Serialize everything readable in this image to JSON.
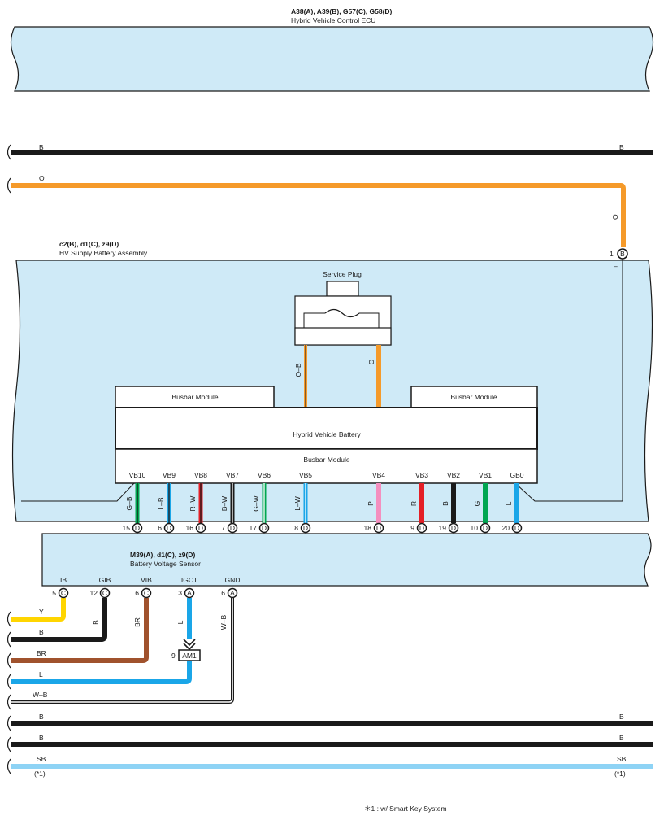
{
  "ecu": {
    "connectors": "A38(A), A39(B), G57(C), G58(D)",
    "name": "Hybrid Vehicle Control ECU"
  },
  "colors": {
    "panel": "#cfeaf7",
    "black": "#1a1a1a",
    "orange": "#f59a2a",
    "yellow": "#ffd500",
    "brown": "#a0522d",
    "blue": "#1aa6e8",
    "sky": "#8ed3f5",
    "red": "#e41f26",
    "green": "#00a651",
    "pink": "#f48fbf"
  },
  "top_bus": {
    "b_left": "B",
    "b_right": "B",
    "o_left": "O",
    "o_vertical": "O"
  },
  "battery_assembly": {
    "connectors": "c2(B), d1(C), z9(D)",
    "name": "HV Supply Battery Assembly",
    "pin_number": "1",
    "pin_letter": "B",
    "minus": "–",
    "service_plug": "Service Plug",
    "plug_wire_left": "O–B",
    "plug_wire_right": "O",
    "busbar_left": "Busbar Module",
    "busbar_right": "Busbar Module",
    "hv_battery": "Hybrid Vehicle Battery",
    "busbar_bottom": "Busbar Module"
  },
  "terminals": [
    {
      "label": "VB10",
      "pin": "15",
      "conn": "D",
      "wire": "G–B"
    },
    {
      "label": "VB9",
      "pin": "6",
      "conn": "D",
      "wire": "L–B"
    },
    {
      "label": "VB8",
      "pin": "16",
      "conn": "D",
      "wire": "R–W"
    },
    {
      "label": "VB7",
      "pin": "7",
      "conn": "D",
      "wire": "B–W"
    },
    {
      "label": "VB6",
      "pin": "17",
      "conn": "D",
      "wire": "G–W"
    },
    {
      "label": "VB5",
      "pin": "8",
      "conn": "D",
      "wire": "L–W"
    },
    {
      "label": "VB4",
      "pin": "18",
      "conn": "D",
      "wire": "P"
    },
    {
      "label": "VB3",
      "pin": "9",
      "conn": "D",
      "wire": "R"
    },
    {
      "label": "VB2",
      "pin": "19",
      "conn": "D",
      "wire": "B"
    },
    {
      "label": "VB1",
      "pin": "10",
      "conn": "D",
      "wire": "G"
    },
    {
      "label": "GB0",
      "pin": "20",
      "conn": "D",
      "wire": "L"
    }
  ],
  "sensor": {
    "connectors": "M39(A), d1(C), z9(D)",
    "name": "Battery Voltage Sensor",
    "pins": [
      {
        "label": "IB",
        "pin": "5",
        "conn": "C",
        "wire": "Y"
      },
      {
        "label": "GIB",
        "pin": "12",
        "conn": "C",
        "wire": "B"
      },
      {
        "label": "VIB",
        "pin": "6",
        "conn": "C",
        "wire": "BR"
      },
      {
        "label": "IGCT",
        "pin": "3",
        "conn": "A",
        "wire": "L"
      },
      {
        "label": "GND",
        "pin": "6",
        "conn": "A",
        "wire": "W–B"
      }
    ]
  },
  "relay": {
    "pin": "9",
    "name": "AM1"
  },
  "left_wires": {
    "y": "Y",
    "b": "B",
    "br": "BR",
    "l": "L",
    "wb": "W–B"
  },
  "bottom_bus": {
    "b1_left": "B",
    "b1_right": "B",
    "b2_left": "B",
    "b2_right": "B",
    "sb_left": "SB",
    "sb_right": "SB",
    "note_left": "(*1)",
    "note_right": "(*1)"
  },
  "footnote": "＊1 : w/ Smart Key System"
}
